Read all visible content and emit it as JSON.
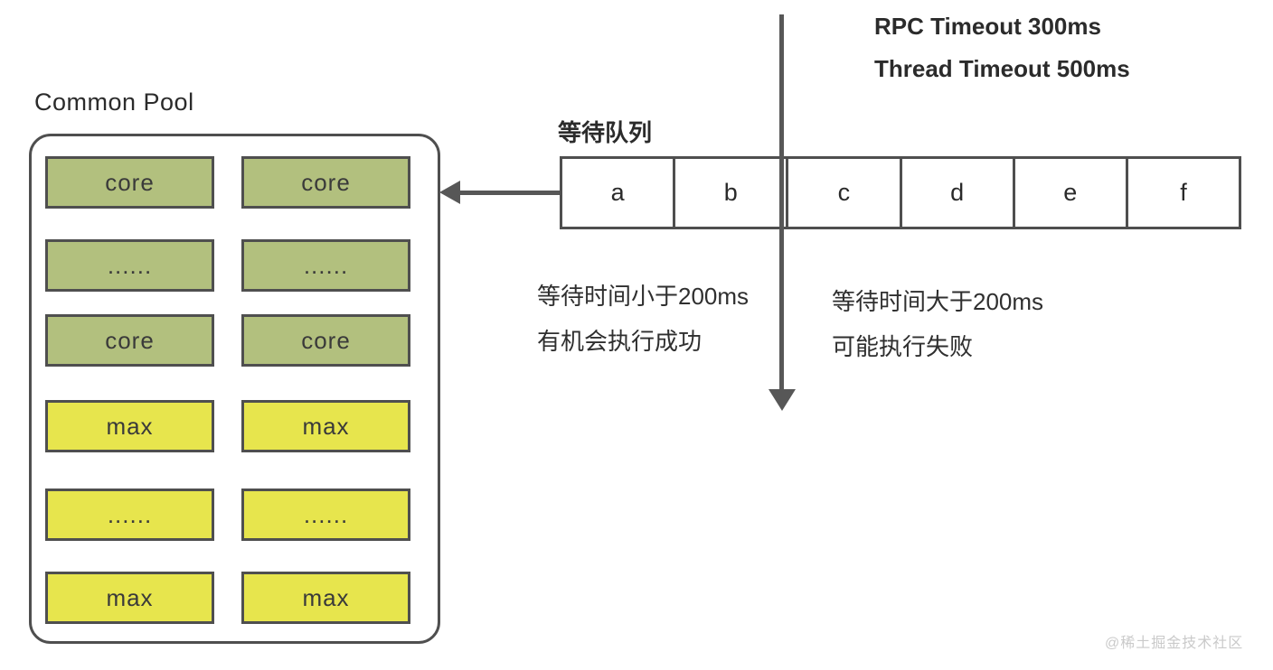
{
  "pool": {
    "title": "Common Pool",
    "rows": [
      {
        "type": "green",
        "cells": [
          "core",
          "core"
        ]
      },
      {
        "type": "green",
        "cells": [
          "......",
          "......"
        ]
      },
      {
        "type": "green",
        "cells": [
          "core",
          "core"
        ]
      },
      {
        "type": "yellow",
        "cells": [
          "max",
          "max"
        ]
      },
      {
        "type": "yellow",
        "cells": [
          "......",
          "......"
        ]
      },
      {
        "type": "yellow",
        "cells": [
          "max",
          "max"
        ]
      }
    ]
  },
  "queue": {
    "label": "等待队列",
    "cells": [
      "a",
      "b",
      "c",
      "d",
      "e",
      "f"
    ]
  },
  "annotations": {
    "rpc_timeout": "RPC Timeout 300ms",
    "thread_timeout": "Thread Timeout 500ms",
    "left_note_line1": "等待时间小于200ms",
    "left_note_line2": "有机会执行成功",
    "right_note_line1": "等待时间大于200ms",
    "right_note_line2": "可能执行失败"
  },
  "watermark": "@稀土掘金技术社区",
  "colors": {
    "core_fill": "#b2c07e",
    "max_fill": "#e7e54d",
    "stroke": "#4f4f4f",
    "arrow": "#575757",
    "watermark": "#cacaca"
  }
}
